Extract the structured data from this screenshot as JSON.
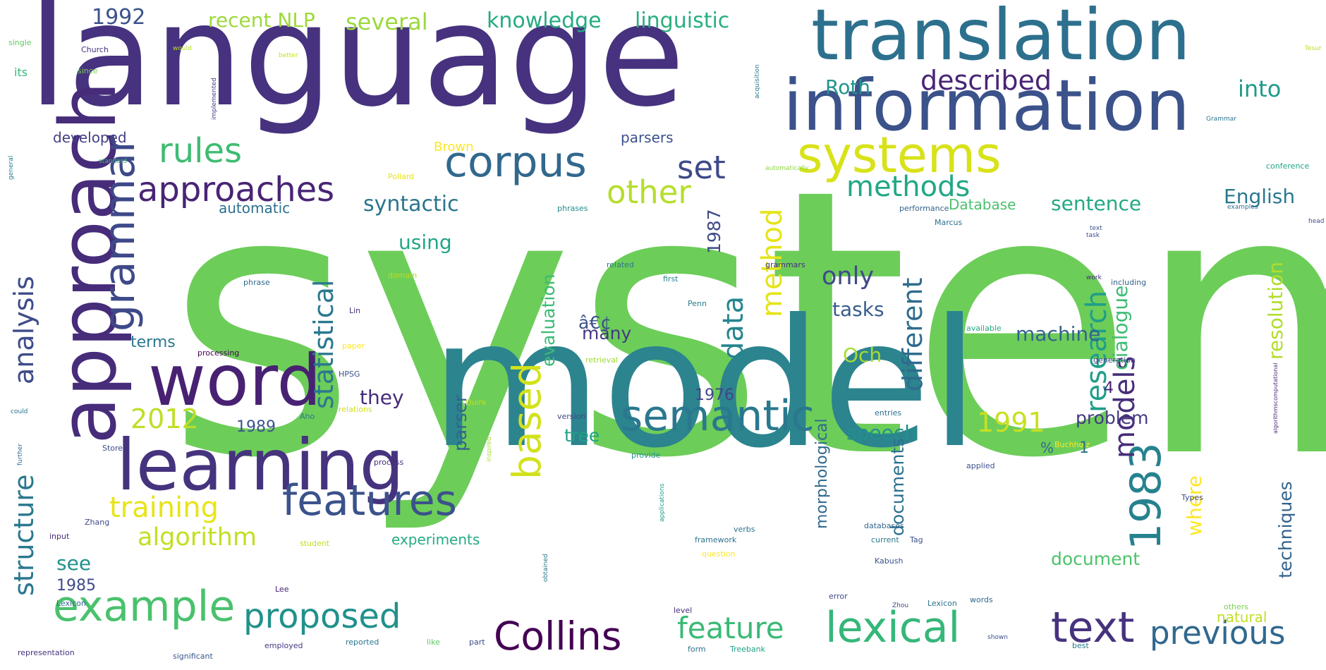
{
  "words": [
    {
      "text": "system",
      "color": "#6dcd59"
    },
    {
      "text": "language",
      "color": "#46327e"
    },
    {
      "text": "model",
      "color": "#2c848e"
    },
    {
      "text": "translation",
      "color": "#2d708e"
    },
    {
      "text": "information",
      "color": "#3b528b"
    },
    {
      "text": "approach",
      "color": "#472c7a"
    },
    {
      "text": "word",
      "color": "#482173"
    },
    {
      "text": "learning",
      "color": "#46337e"
    },
    {
      "text": "systems",
      "color": "#d8e219"
    },
    {
      "text": "grammar",
      "color": "#3e4989"
    },
    {
      "text": "corpus",
      "color": "#31688e"
    },
    {
      "text": "semantic",
      "color": "#2a788e"
    },
    {
      "text": "features",
      "color": "#3b528b"
    },
    {
      "text": "example",
      "color": "#4ac16d"
    },
    {
      "text": "Collins",
      "color": "#440154"
    },
    {
      "text": "text",
      "color": "#46327e"
    },
    {
      "text": "lexical",
      "color": "#35b779"
    },
    {
      "text": "based",
      "color": "#d2e21b"
    },
    {
      "text": "approaches",
      "color": "#482475"
    },
    {
      "text": "1983",
      "color": "#26828e"
    },
    {
      "text": "rules",
      "color": "#3fbc73"
    },
    {
      "text": "analysis",
      "color": "#3e4c8a"
    },
    {
      "text": "structure",
      "color": "#2a788e"
    },
    {
      "text": "different",
      "color": "#2f6c8e"
    },
    {
      "text": "statistical",
      "color": "#2a788e"
    },
    {
      "text": "proposed",
      "color": "#21918c"
    },
    {
      "text": "previous",
      "color": "#31688e"
    },
    {
      "text": "feature",
      "color": "#3aba76"
    },
    {
      "text": "other",
      "color": "#b5de2b"
    },
    {
      "text": "set",
      "color": "#3e4a89"
    },
    {
      "text": "methods",
      "color": "#22a785"
    },
    {
      "text": "described",
      "color": "#482475"
    },
    {
      "text": "data",
      "color": "#25858e"
    },
    {
      "text": "method",
      "color": "#e5e419"
    },
    {
      "text": "models",
      "color": "#472d7b"
    },
    {
      "text": "research",
      "color": "#1f9e89"
    },
    {
      "text": "training",
      "color": "#e7e419"
    },
    {
      "text": "algorithm",
      "color": "#c2df23"
    },
    {
      "text": "into",
      "color": "#1f9a8a"
    },
    {
      "text": "2012",
      "color": "#bddf26"
    },
    {
      "text": "syntactic",
      "color": "#2b758e"
    },
    {
      "text": "only",
      "color": "#3e4a89"
    },
    {
      "text": "1991",
      "color": "#c8e020"
    },
    {
      "text": "recent NLP",
      "color": "#9dd93b"
    },
    {
      "text": "several",
      "color": "#9bd93c"
    },
    {
      "text": "knowledge",
      "color": "#25ab82"
    },
    {
      "text": "linguistic",
      "color": "#29af7f"
    },
    {
      "text": "1992",
      "color": "#3b528b"
    },
    {
      "text": "Roth",
      "color": "#1f958b"
    },
    {
      "text": "sentence",
      "color": "#23a983"
    },
    {
      "text": "English",
      "color": "#2a788e"
    },
    {
      "text": "tasks",
      "color": "#365d8d"
    },
    {
      "text": "machine",
      "color": "#33638d"
    },
    {
      "text": "dialogue",
      "color": "#3dbc74"
    },
    {
      "text": "resolution",
      "color": "#b2dd2d"
    },
    {
      "text": "techniques",
      "color": "#33638d"
    },
    {
      "text": "where",
      "color": "#fde725"
    },
    {
      "text": "problem",
      "color": "#443983"
    },
    {
      "text": "speech",
      "color": "#21918c"
    },
    {
      "text": "document",
      "color": "#4ec36b"
    },
    {
      "text": "documents",
      "color": "#2c718e"
    },
    {
      "text": "parser",
      "color": "#33638d"
    },
    {
      "text": "evaluation",
      "color": "#3bbb75"
    },
    {
      "text": "using",
      "color": "#21a685"
    },
    {
      "text": "1987",
      "color": "#3e4a89"
    },
    {
      "text": "many",
      "color": "#453882"
    },
    {
      "text": "they",
      "color": "#472c7a"
    },
    {
      "text": "1976",
      "color": "#404588"
    },
    {
      "text": "terms",
      "color": "#2a788e"
    },
    {
      "text": "see",
      "color": "#21918c"
    },
    {
      "text": "1985",
      "color": "#3e4a89"
    },
    {
      "text": "1989",
      "color": "#3a548c"
    },
    {
      "text": "experiments",
      "color": "#25ab82"
    },
    {
      "text": "tree",
      "color": "#1fa287"
    },
    {
      "text": "Och",
      "color": "#a8db34"
    },
    {
      "text": "developed",
      "color": "#424186"
    },
    {
      "text": "automatic",
      "color": "#2d708e"
    },
    {
      "text": "Database",
      "color": "#4ac16d"
    },
    {
      "text": "morphological",
      "color": "#31688e"
    },
    {
      "text": "natural",
      "color": "#c0df25"
    },
    {
      "text": "â€¢",
      "color": "#3b528b"
    },
    {
      "text": "single",
      "color": "#5ec962"
    },
    {
      "text": "its",
      "color": "#35b779"
    },
    {
      "text": "since",
      "color": "#7ad151"
    },
    {
      "text": "Church",
      "color": "#46327e"
    },
    {
      "text": "better",
      "color": "#cae11f"
    },
    {
      "text": "would",
      "color": "#b5de2b"
    },
    {
      "text": "implemented",
      "color": "#443983"
    },
    {
      "text": "acquisition",
      "color": "#2a788e"
    },
    {
      "text": "Grammar",
      "color": "#2c728e"
    },
    {
      "text": "Tesur",
      "color": "#bddf26"
    },
    {
      "text": "parsers",
      "color": "#3b528b"
    },
    {
      "text": "Brown",
      "color": "#fde725"
    },
    {
      "text": "Pollard",
      "color": "#e5e419"
    },
    {
      "text": "standard",
      "color": "#3bbb75"
    },
    {
      "text": "general",
      "color": "#287d8e"
    },
    {
      "text": "conference",
      "color": "#20a486"
    },
    {
      "text": "performance",
      "color": "#33638d"
    },
    {
      "text": "automatically",
      "color": "#90d743"
    },
    {
      "text": "phrases",
      "color": "#228c8d"
    },
    {
      "text": "examples",
      "color": "#2e6f8e"
    },
    {
      "text": "Marcus",
      "color": "#2d708e"
    },
    {
      "text": "head",
      "color": "#3e4c8a"
    },
    {
      "text": "phrase",
      "color": "#31688e"
    },
    {
      "text": "domain",
      "color": "#b8de29"
    },
    {
      "text": "grammars",
      "color": "#472d7b"
    },
    {
      "text": "including",
      "color": "#33638d"
    },
    {
      "text": "related",
      "color": "#2a788e"
    },
    {
      "text": "first",
      "color": "#26828e"
    },
    {
      "text": "processing",
      "color": "#440154"
    },
    {
      "text": "paper",
      "color": "#fde725"
    },
    {
      "text": "available",
      "color": "#22a884"
    },
    {
      "text": "retrieval",
      "color": "#a2da37"
    },
    {
      "text": "generation",
      "color": "#443a83"
    },
    {
      "text": "version",
      "color": "#3e4a89"
    },
    {
      "text": "relations",
      "color": "#d0e11c"
    },
    {
      "text": "entries",
      "color": "#2c728e"
    },
    {
      "text": "algorithmscomputational",
      "color": "#482878"
    },
    {
      "text": "Quirk",
      "color": "#c2df23"
    },
    {
      "text": "provide",
      "color": "#21918c"
    },
    {
      "text": "applied",
      "color": "#3b528b"
    },
    {
      "text": "Buchholz",
      "color": "#fde725"
    },
    {
      "text": "Types",
      "color": "#3e4a89"
    },
    {
      "text": "applications",
      "color": "#1f9a8a"
    },
    {
      "text": "framework",
      "color": "#2c728e"
    },
    {
      "text": "question",
      "color": "#fde725"
    },
    {
      "text": "databases",
      "color": "#31688e"
    },
    {
      "text": "current",
      "color": "#2a788e"
    },
    {
      "text": "Kabush",
      "color": "#3b528b"
    },
    {
      "text": "student",
      "color": "#bddf26"
    },
    {
      "text": "input",
      "color": "#472c7a"
    },
    {
      "text": "Zhang",
      "color": "#3e4a89"
    },
    {
      "text": "words",
      "color": "#31688e"
    },
    {
      "text": "others",
      "color": "#7ad151"
    },
    {
      "text": "representation",
      "color": "#46327e"
    },
    {
      "text": "significant",
      "color": "#38598c"
    },
    {
      "text": "employed",
      "color": "#443983"
    },
    {
      "text": "reported",
      "color": "#2a788e"
    },
    {
      "text": "like",
      "color": "#5ec962"
    },
    {
      "text": "part",
      "color": "#3e4a89"
    },
    {
      "text": "form",
      "color": "#2c728e"
    },
    {
      "text": "Treebank",
      "color": "#1fa088"
    },
    {
      "text": "best",
      "color": "#2a788e"
    },
    {
      "text": "shown",
      "color": "#3b528b"
    },
    {
      "text": "level",
      "color": "#472d7b"
    },
    {
      "text": "Lexicon",
      "color": "#31688e"
    },
    {
      "text": "error",
      "color": "#3e4a89"
    },
    {
      "text": "Lee",
      "color": "#482173"
    },
    {
      "text": "Lexicon ",
      "color": "#2c728e"
    },
    {
      "text": "Tag",
      "color": "#3b528b"
    },
    {
      "text": "verbs",
      "color": "#2a788e"
    },
    {
      "text": "Penn",
      "color": "#287d8e"
    },
    {
      "text": "could",
      "color": "#2c728e"
    },
    {
      "text": "further",
      "color": "#31688e"
    },
    {
      "text": "Store",
      "color": "#3e4a89"
    },
    {
      "text": "process",
      "color": "#472c7a"
    },
    {
      "text": "inspired",
      "color": "#a8db34"
    },
    {
      "text": "obtained",
      "color": "#2a788e"
    },
    {
      "text": "task",
      "color": "#3e4a89"
    },
    {
      "text": "work",
      "color": "#472d7b"
    },
    {
      "text": "text ",
      "color": "#3b528b"
    },
    {
      "text": "HPSG",
      "color": "#3b528b"
    },
    {
      "text": "Aho",
      "color": "#2a788e"
    },
    {
      "text": "Zhou",
      "color": "#3e4a89"
    },
    {
      "text": "Lin",
      "color": "#472c7a"
    },
    {
      "text": "%",
      "color": "#31688e"
    },
    {
      "text": "1",
      "color": "#2c728e"
    },
    {
      "text": "4",
      "color": "#482173"
    }
  ]
}
